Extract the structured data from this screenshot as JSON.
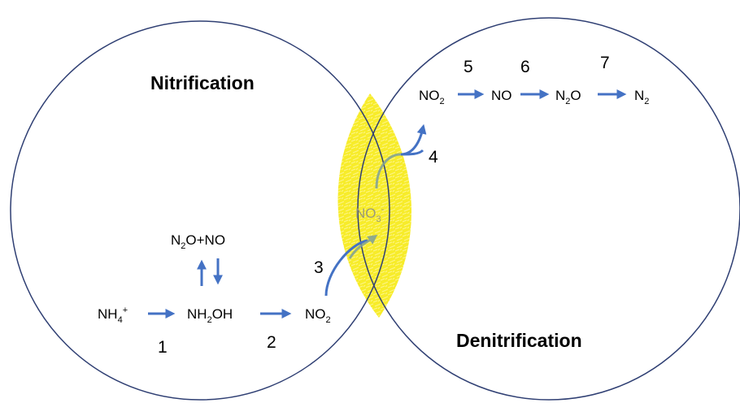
{
  "titles": {
    "left": "Nitrification",
    "right": "Denitrification"
  },
  "species": {
    "nh4": {
      "base": "NH",
      "sub": "4",
      "sup": "+"
    },
    "nh2oh": {
      "pre": "NH",
      "sub": "2",
      "post": "OH"
    },
    "no2_left": {
      "base": "NO",
      "sub": "2"
    },
    "n2o_no": {
      "pre": "N",
      "sub": "2",
      "post": "O+NO"
    },
    "no3": {
      "base": "NO",
      "sub": "3",
      "sup": "-"
    },
    "no2_right": {
      "base": "NO",
      "sub": "2"
    },
    "no": {
      "base": "NO"
    },
    "n2o": {
      "pre": "N",
      "sub": "2",
      "post": "O"
    },
    "n2": {
      "base": "N",
      "sub": "2"
    }
  },
  "steps": [
    "1",
    "2",
    "3",
    "4",
    "5",
    "6",
    "7"
  ],
  "colors": {
    "circle": "#2f3f73",
    "arrow": "#4472c4",
    "overlap": "#f7ec2a",
    "overlap_highlight": "#fff8a8",
    "text": "#000000",
    "faded_text": "#9a9a78"
  }
}
